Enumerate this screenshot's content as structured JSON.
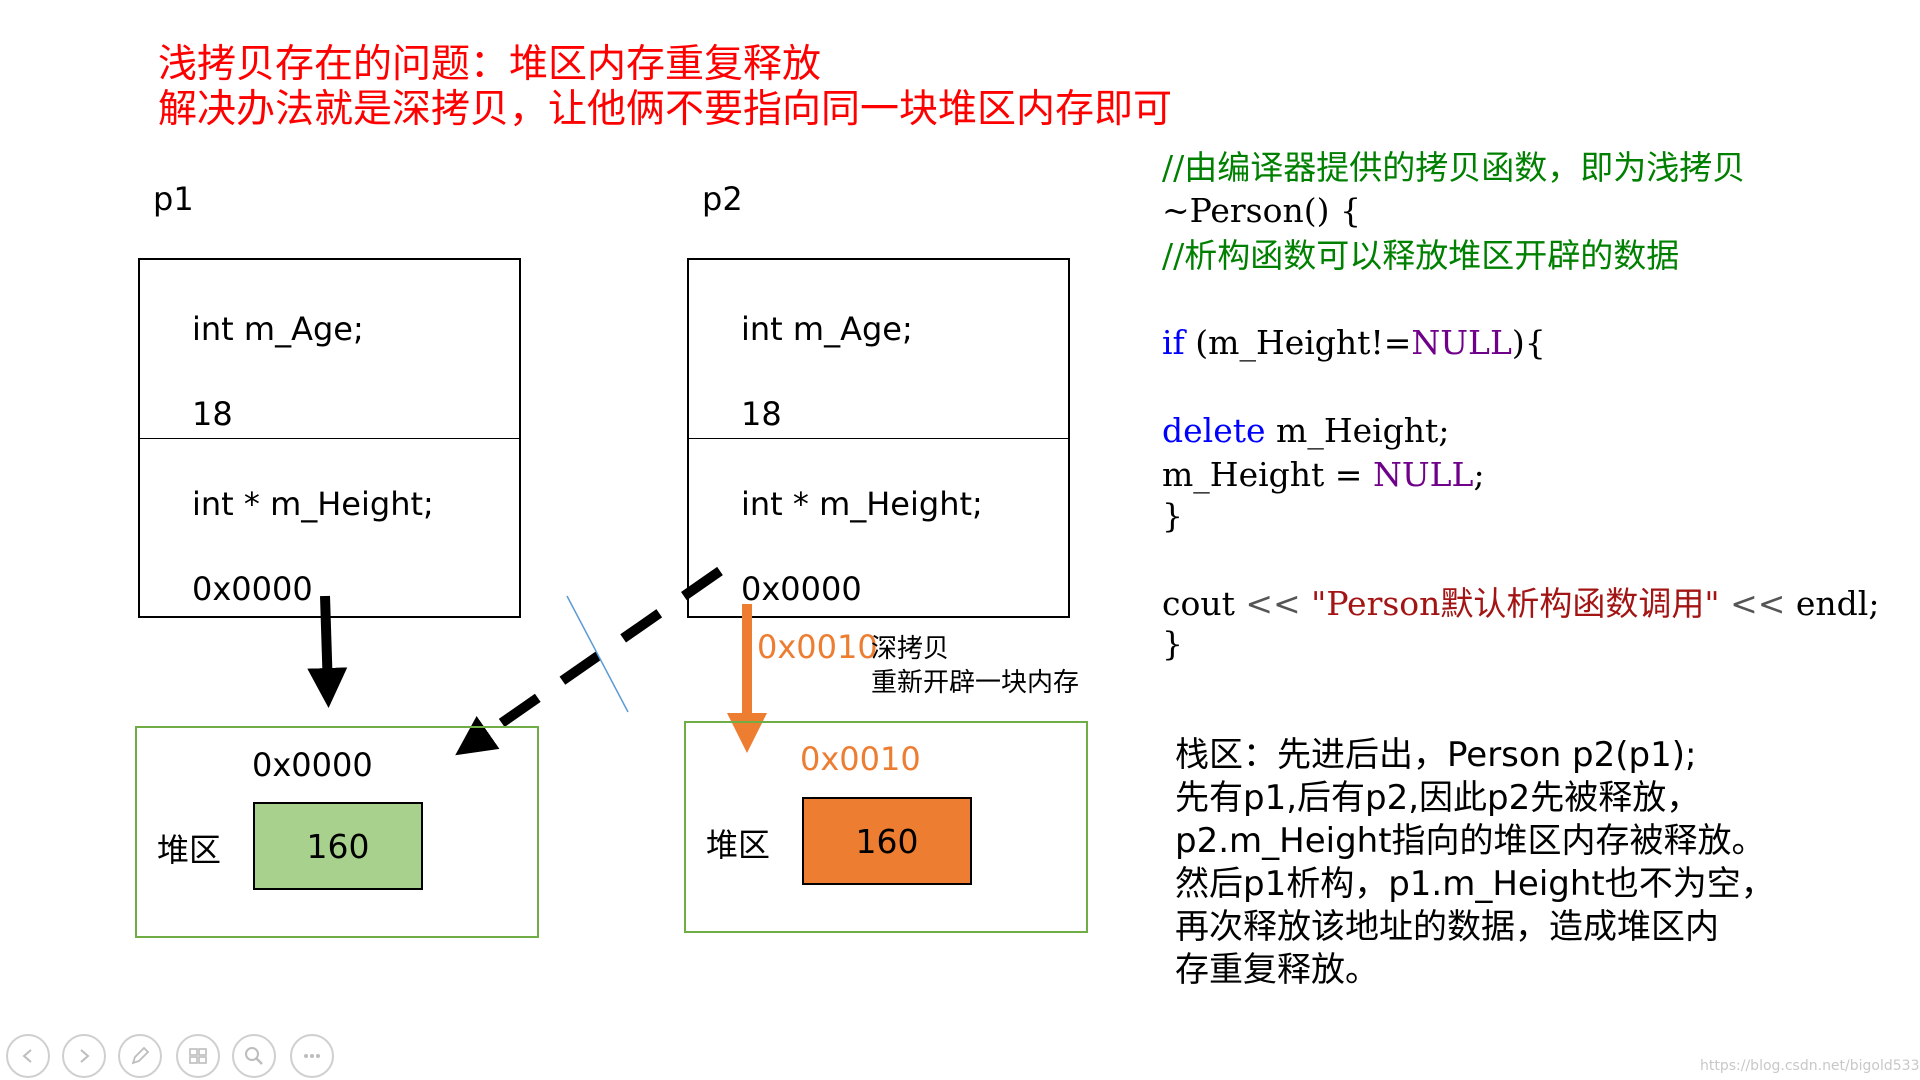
{
  "title": {
    "line1": "浅拷贝存在的问题：堆区内存重复释放",
    "line2": "解决办法就是深拷贝，让他俩不要指向同一块堆区内存即可"
  },
  "p1": {
    "label": "p1",
    "age_decl": "int m_Age;",
    "age_value": "18",
    "height_decl": "int * m_Height;",
    "height_value": "0x0000",
    "heap": {
      "addr": "0x0000",
      "label": "堆区",
      "value": "160",
      "color": "#a9d18e"
    }
  },
  "p2": {
    "label": "p2",
    "age_decl": "int m_Age;",
    "age_value": "18",
    "height_decl": "int * m_Height;",
    "height_value": "0x0000",
    "new_addr": "0x0010",
    "deep_copy_label": "深拷贝",
    "deep_copy_note": "重新开辟一块内存",
    "heap": {
      "addr": "0x0010",
      "label": "堆区",
      "value": "160",
      "color": "#ed7d31"
    }
  },
  "code": {
    "comment1": "//由编译器提供的拷贝函数，即为浅拷贝",
    "destructor": "~Person() {",
    "comment2": "//析构函数可以释放堆区开辟的数据",
    "if_kw": "if",
    "if_cond_a": " (m_Height!=",
    "if_null": "NULL",
    "if_cond_b": "){",
    "delete_kw": "delete",
    "delete_rest": " m_Height;",
    "assign_a": "m_Height = ",
    "assign_null": "NULL",
    "assign_b": ";",
    "close1": "}",
    "cout_a": "cout ",
    "cout_op1": "<<",
    "cout_str": " \"Person默认析构函数调用\" ",
    "cout_op2": "<<",
    "cout_b": " endl;",
    "close2": "}"
  },
  "note": {
    "line1": "栈区：先进后出，Person p2(p1);",
    "line2": "先有p1,后有p2,因此p2先被释放，",
    "line3": "p2.m_Height指向的堆区内存被释放。",
    "line4": "然后p1析构，p1.m_Height也不为空，",
    "line5": "再次释放该地址的数据，造成堆区内",
    "line6": "存重复释放。"
  },
  "watermark": "https://blog.csdn.net/bigold533",
  "nav_icons": [
    "prev-icon",
    "next-icon",
    "pen-icon",
    "slides-icon",
    "zoom-icon",
    "more-icon"
  ],
  "colors": {
    "title": "#ff0000",
    "comment": "#008000",
    "keyword": "#0000ff",
    "orange": "#ed7d31",
    "green_fill": "#a9d18e",
    "heap_border": "#70ad47"
  }
}
